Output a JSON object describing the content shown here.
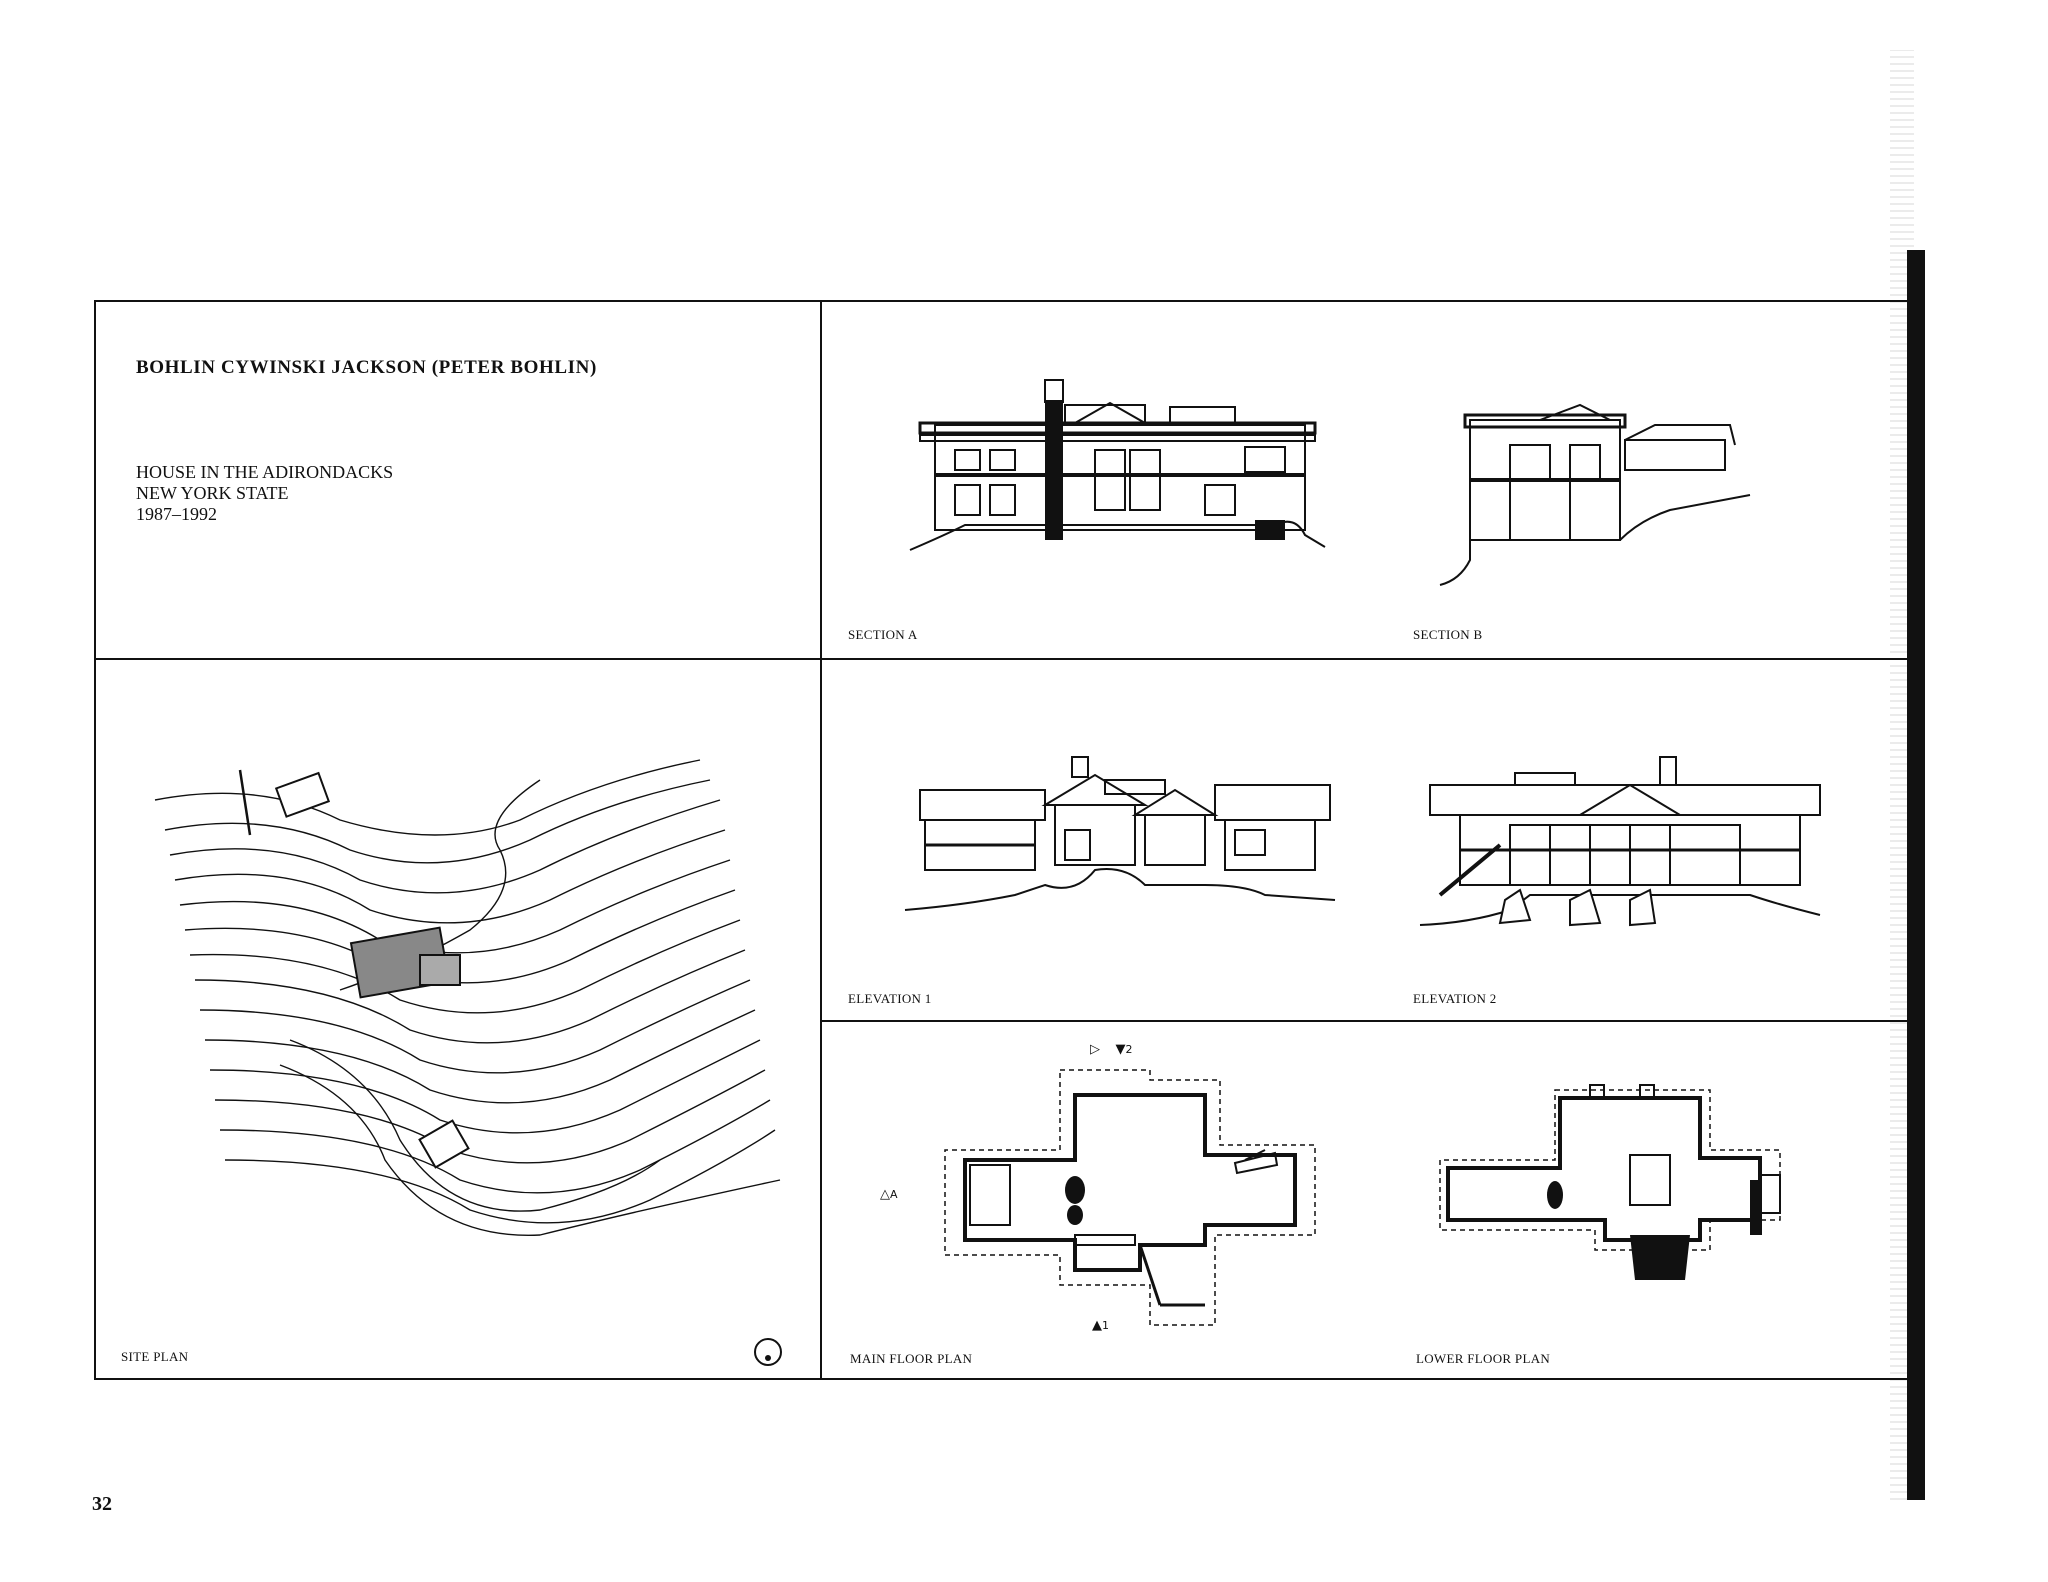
{
  "header": {
    "firm": "BOHLIN CYWINSKI JACKSON (PETER BOHLIN)"
  },
  "project": {
    "line1": "HOUSE IN THE ADIRONDACKS",
    "line2": "NEW YORK STATE",
    "line3": "1987–1992"
  },
  "captions": {
    "section_a": "SECTION A",
    "section_b": "SECTION B",
    "elevation_1": "ELEVATION 1",
    "elevation_2": "ELEVATION 2",
    "site_plan": "SITE PLAN",
    "main_floor": "MAIN FLOOR PLAN",
    "lower_floor": "LOWER FLOOR PLAN"
  },
  "plan_markers": {
    "marker_a": "A",
    "marker_1": "1",
    "marker_2": "2"
  },
  "page_number": "32"
}
